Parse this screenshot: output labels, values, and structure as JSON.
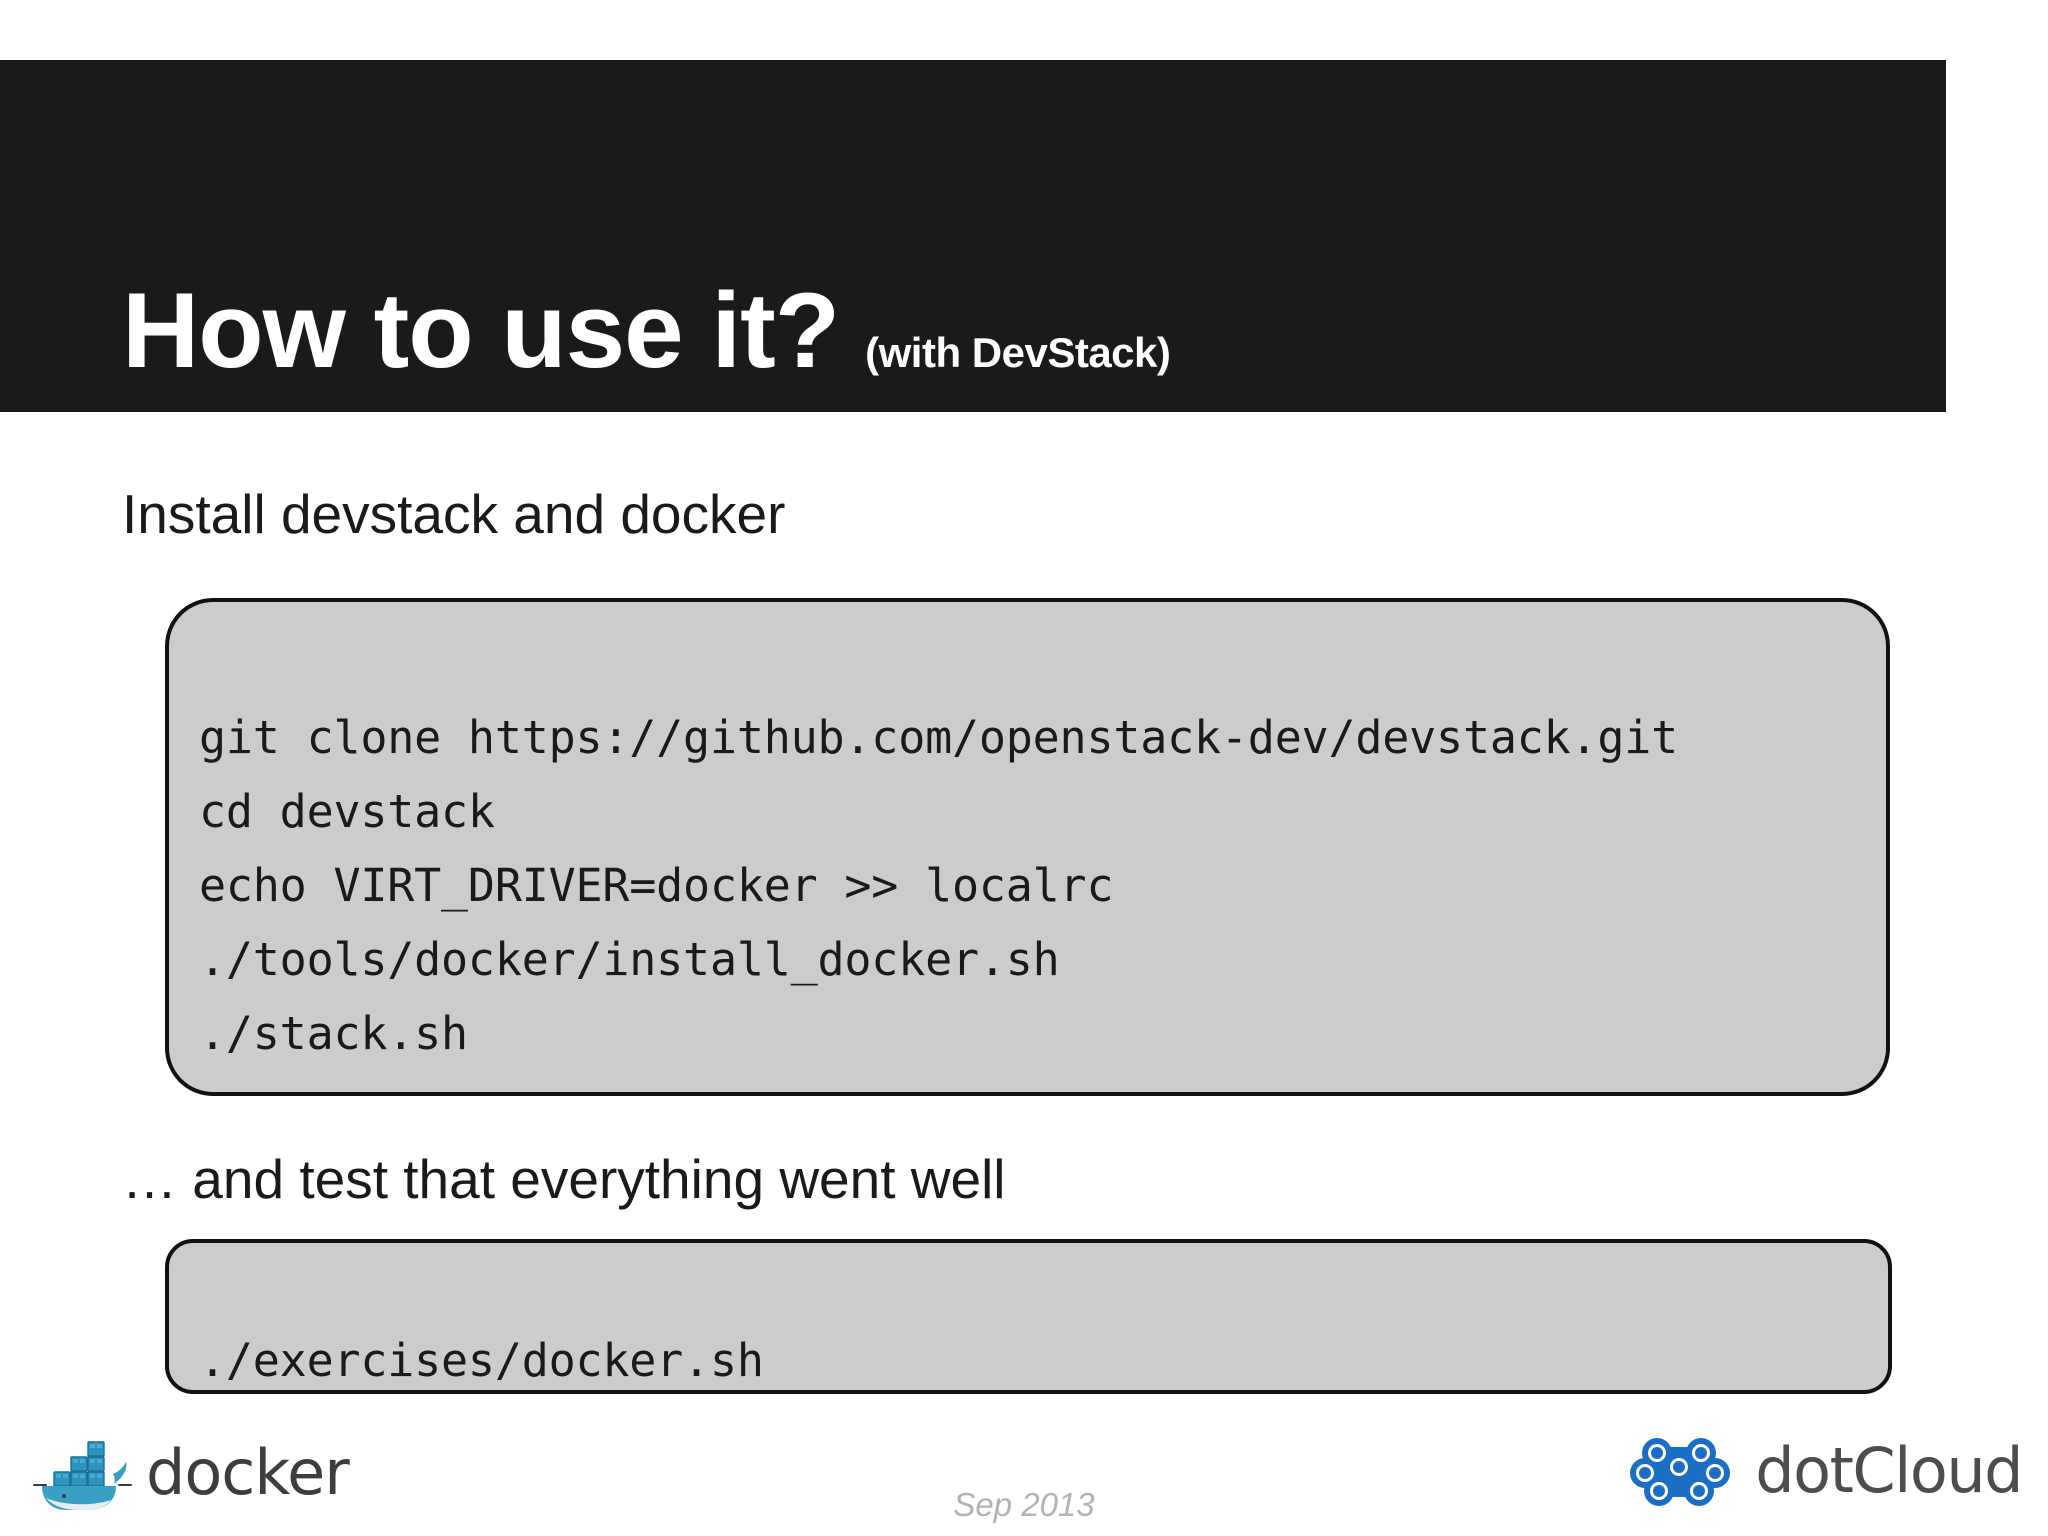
{
  "slide": {
    "header": {
      "title": "How to use it?",
      "subtitle": "(with DevStack)",
      "background_color": "#1a1a1a",
      "text_color": "#ffffff"
    },
    "sections": [
      {
        "heading": "Install devstack and docker",
        "code": "git clone https://github.com/openstack-dev/devstack.git\ncd devstack\necho VIRT_DRIVER=docker >> localrc\n./tools/docker/install_docker.sh\n./stack.sh"
      },
      {
        "heading": "… and test that everything went well",
        "code": "./exercises/docker.sh"
      }
    ],
    "code_box": {
      "fill_color": "#cccccc",
      "border_color": "#111111"
    },
    "footer": {
      "date": "Sep 2013",
      "date_color": "#b3b3b3",
      "left_logo": {
        "name": "docker",
        "wordmark": "docker",
        "accent_color": "#2496c8",
        "text_color": "#3d3d3d"
      },
      "right_logo": {
        "name": "dotCloud",
        "wordmark": "dotCloud",
        "accent_color": "#1a6fc4",
        "text_color": "#4d4d4d"
      }
    }
  }
}
